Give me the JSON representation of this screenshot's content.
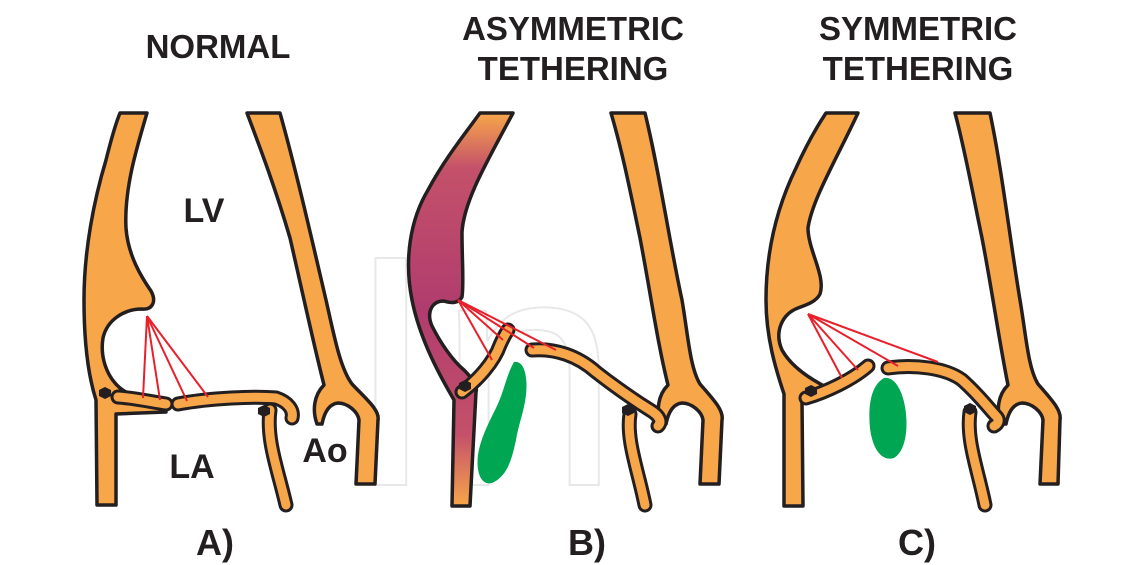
{
  "watermark": "In",
  "panels": [
    {
      "id": "a",
      "title_lines": [
        "NORMAL"
      ],
      "cavity_labels": {
        "lv": "LV",
        "la": "LA",
        "ao": "Ao"
      },
      "panel_label": "A)"
    },
    {
      "id": "b",
      "title_lines": [
        "ASYMMETRIC",
        "TETHERING"
      ],
      "panel_label": "B)"
    },
    {
      "id": "c",
      "title_lines": [
        "SYMMETRIC",
        "TETHERING"
      ],
      "panel_label": "C)"
    }
  ],
  "colors": {
    "myocardium": "#f7a64a",
    "outline": "#231f20",
    "chordae": "#e8202a",
    "regurgitant_jet": "#00a651",
    "ischemic_wall": "#b03c6e"
  }
}
